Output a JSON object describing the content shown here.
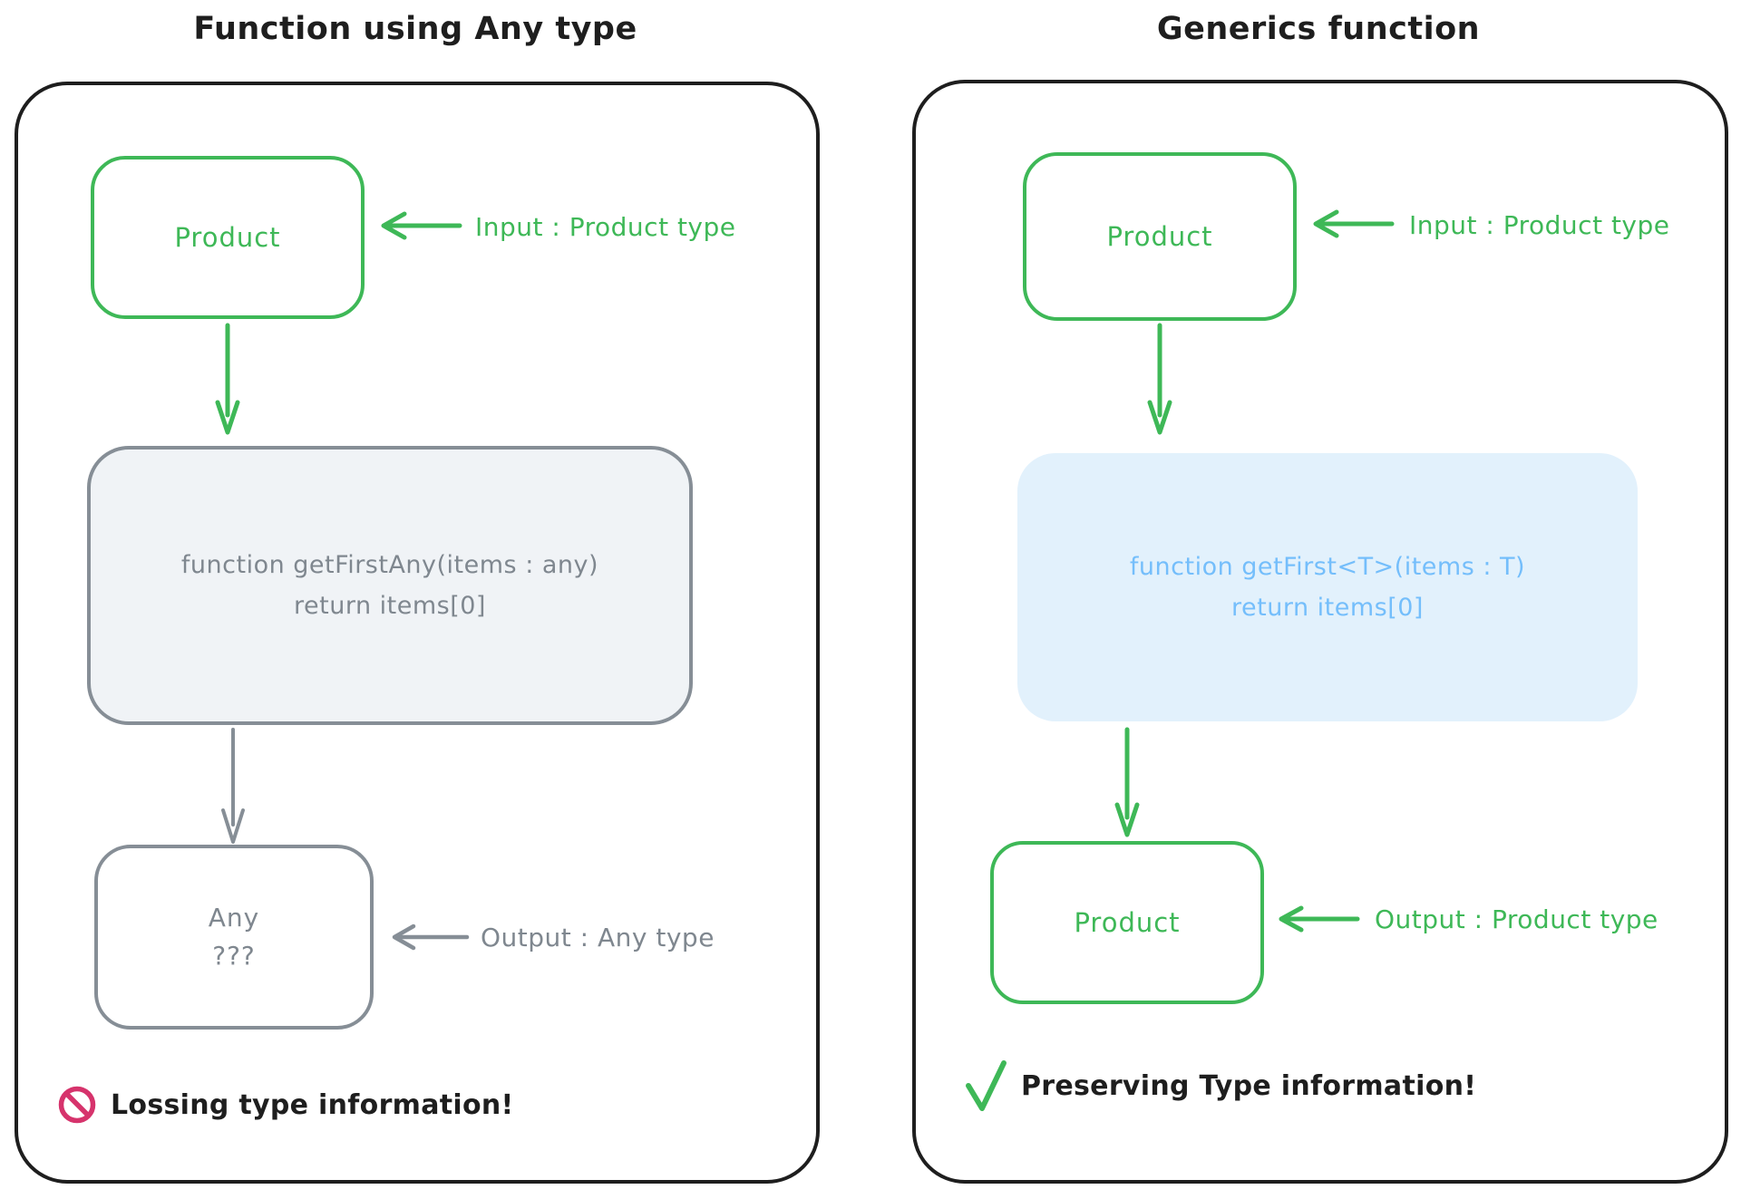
{
  "diagram": {
    "left": {
      "title": "Function using Any type",
      "input_node": "Product",
      "input_annotation": "Input : Product type",
      "code_line1": "function getFirstAny(items : any)",
      "code_line2": "return items[0]",
      "output_node_line1": "Any",
      "output_node_line2": "???",
      "output_annotation": "Output : Any type",
      "footnote": "Lossing type information!",
      "footnote_icon": "no-entry-icon"
    },
    "right": {
      "title": "Generics function",
      "input_node": "Product",
      "input_annotation": "Input : Product type",
      "code_line1": "function getFirst<T>(items : T)",
      "code_line2": "return items[0]",
      "output_node": "Product",
      "output_annotation": "Output : Product type",
      "footnote": "Preserving Type information!",
      "footnote_icon": "check-icon"
    }
  },
  "colors": {
    "ink": "#1e1e1e",
    "green": "#3eb857",
    "gray": "#868e96",
    "gray-text": "#7f878f",
    "gray-fill": "#f0f3f6",
    "blue-text": "#74befb",
    "blue-fill": "#e2f1fc",
    "pink": "#d6336c"
  }
}
